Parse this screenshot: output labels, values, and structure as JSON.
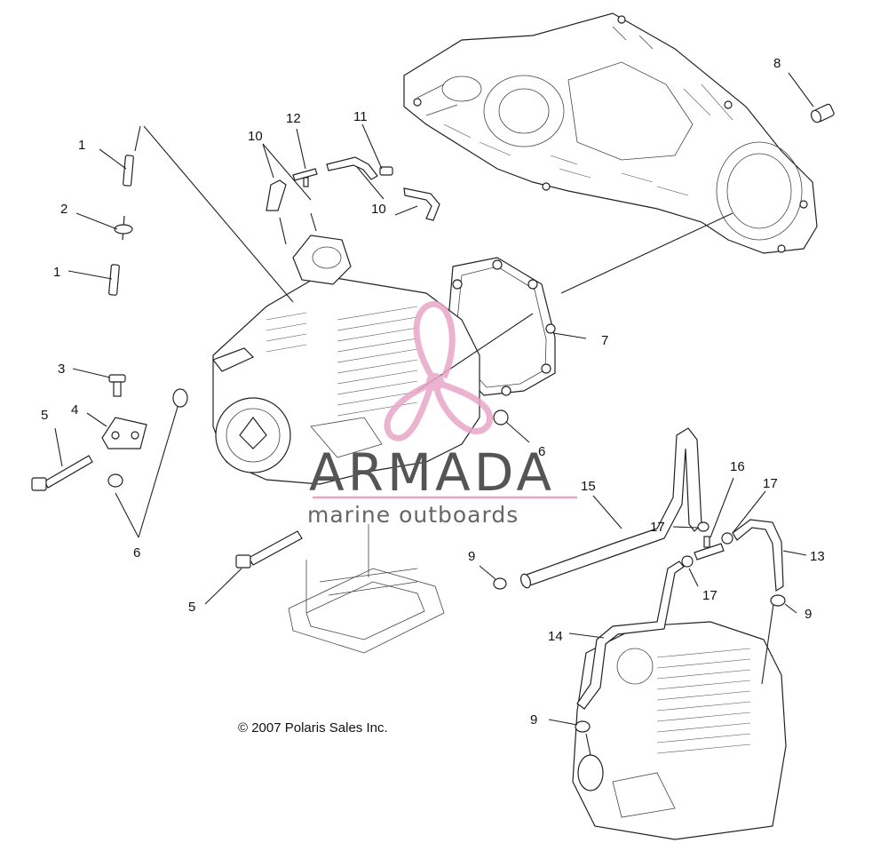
{
  "diagram": {
    "callouts": [
      "1",
      "2",
      "1",
      "3",
      "4",
      "5",
      "6",
      "5",
      "10",
      "12",
      "11",
      "10",
      "7",
      "6",
      "8",
      "15",
      "16",
      "17",
      "17",
      "17",
      "13",
      "9",
      "9",
      "14",
      "9"
    ],
    "copyright": "© 2007 Polaris Sales Inc."
  },
  "watermark": {
    "brand": "ARMADA",
    "tagline": "marine outboards",
    "accent_color": "#e8a6c8"
  }
}
